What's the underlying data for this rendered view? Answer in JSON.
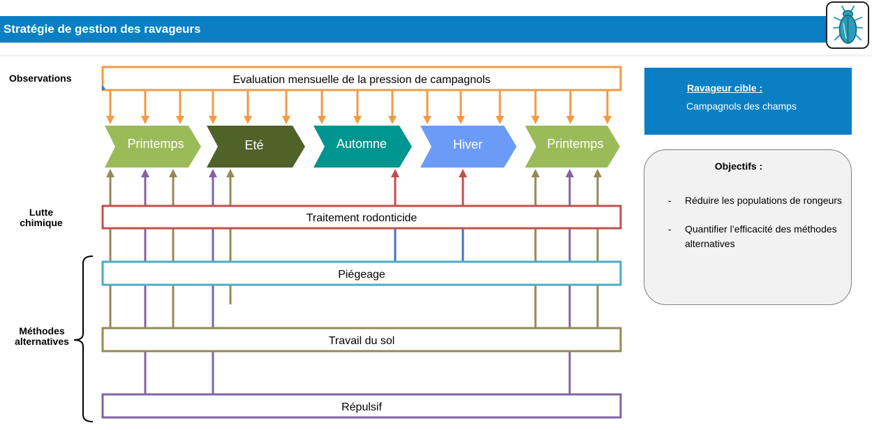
{
  "header": {
    "title": "Stratégie de gestion des ravageurs",
    "logo_icon": "beetle-icon"
  },
  "labels": {
    "observations": "Observations",
    "lutte_chimique_1": "Lutte",
    "lutte_chimique_2": "chimique",
    "methodes_1": "Méthodes",
    "methodes_2": "alternatives"
  },
  "bars": {
    "evaluation": "Evaluation mensuelle de la pression de campagnols",
    "traitement": "Traitement rodonticide",
    "piegeage": "Piégeage",
    "travail": "Travail du sol",
    "repulsif": "Répulsif"
  },
  "seasons": [
    "Printemps",
    "Eté",
    "Automne",
    "Hiver",
    "Printemps"
  ],
  "target": {
    "title": "Ravageur cible :",
    "value": "Campagnols des champs"
  },
  "objectives": {
    "title": "Objectifs :",
    "items": [
      "Réduire les populations de rongeurs",
      "Quantifier l’efficacité des méthodes alternatives"
    ]
  },
  "colors": {
    "header": "#0a7fc4",
    "observation": "#f39a45",
    "chimique": "#c0504d",
    "piegeage": "#4bacc6",
    "travail": "#948a54",
    "repulsif": "#8064a2",
    "printemps": "#9bbb59",
    "ete": "#4f6228",
    "automne": "#00958f",
    "hiver": "#6b9bf7"
  }
}
